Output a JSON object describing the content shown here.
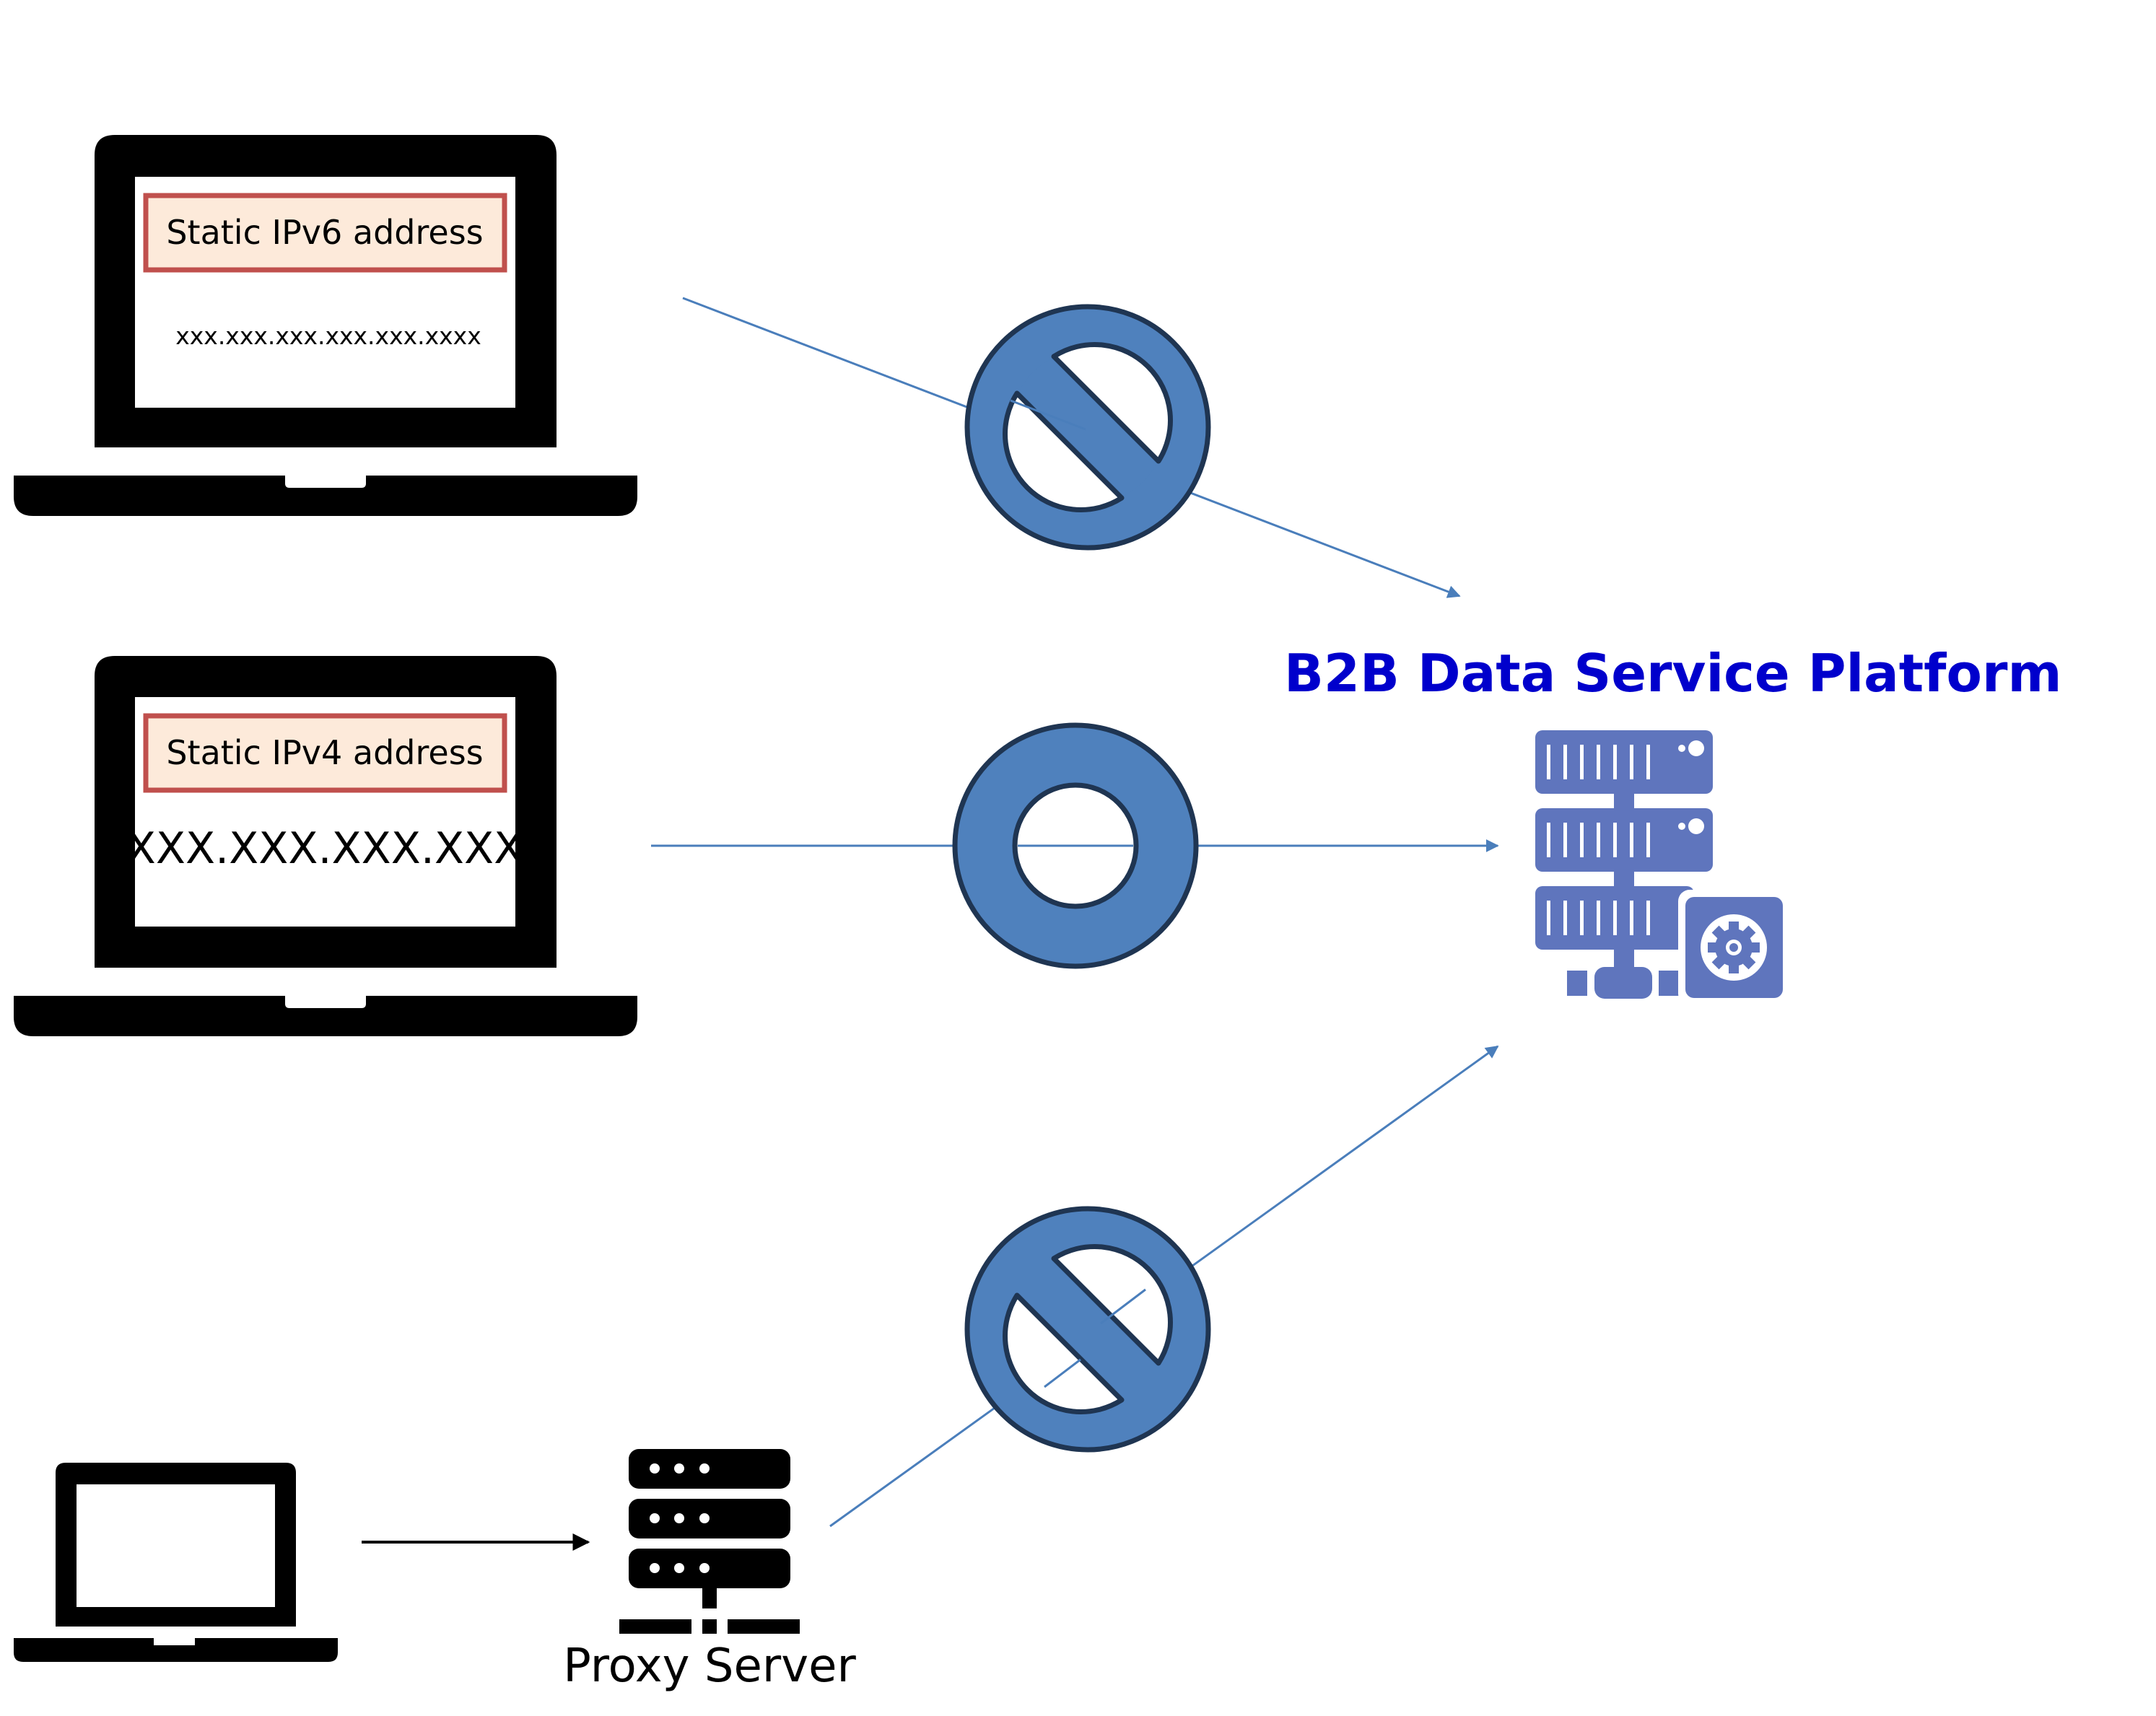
{
  "colors": {
    "background": "#FFFFFF",
    "connector": "#4A7EBB",
    "symbol_fill": "#4F81BD",
    "symbol_stroke": "#1F3552",
    "label_box_fill": "#FDEADA",
    "label_box_stroke": "#C0504D",
    "title": "#0000CC",
    "server_icon": "#5F75BD",
    "device": "#000000"
  },
  "platform": {
    "title": "B2B Data Service Platform",
    "icon": "server-gear-icon"
  },
  "clients": [
    {
      "id": "ipv6-client",
      "icon": "laptop-icon",
      "label": "Static IPv6 address",
      "address": "xxx.xxx.xxx.xxx.xxx.xxxx",
      "status": "blocked",
      "status_icon": "prohibited-icon"
    },
    {
      "id": "ipv4-client",
      "icon": "laptop-icon",
      "label": "Static IPv4 address",
      "address": "XXX.XXX.XXX.XXX",
      "status": "allowed",
      "status_icon": "ring-allowed-icon"
    },
    {
      "id": "proxy-client",
      "icon": "laptop-icon",
      "status": "blocked",
      "status_icon": "prohibited-icon"
    }
  ],
  "proxy": {
    "label": "Proxy Server",
    "icon": "server-rack-icon"
  }
}
